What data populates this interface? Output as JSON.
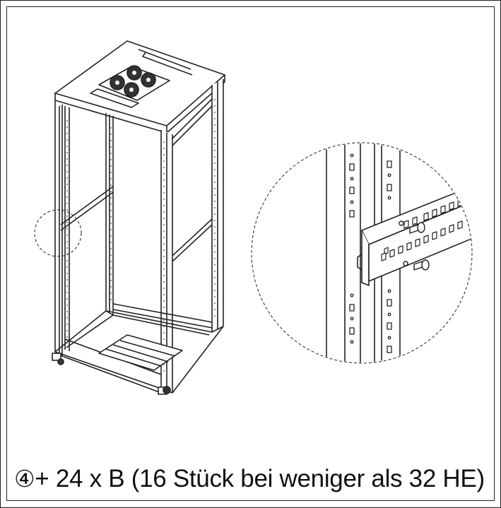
{
  "caption": {
    "step_number": "④",
    "text": "+ 24 x B (16 Stück bei weniger als 32 HE)"
  },
  "colors": {
    "line": "#222222",
    "background": "#ffffff"
  },
  "icons": {
    "step": "circled-number-four"
  }
}
